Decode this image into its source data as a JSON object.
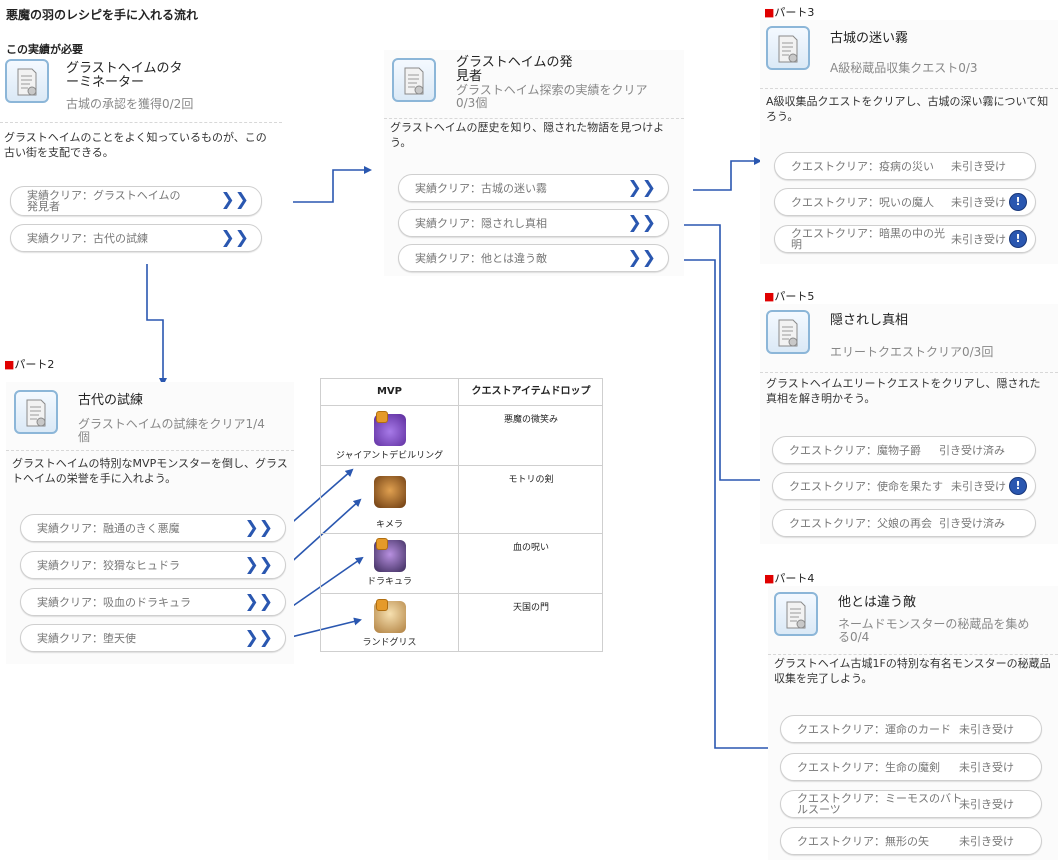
{
  "page_title": "悪魔の羽のレシピを手に入れる流れ",
  "requirement_label": "この実績が必要",
  "part_marker": "■",
  "colors": {
    "accent_blue": "#2a57b0",
    "marker_red": "#e00000",
    "border": "#cfcfcf",
    "muted_text": "#888888"
  },
  "main_card": {
    "title": "グラストヘイムのタ\nーミネーター",
    "subtitle": "古城の承認を獲得0/2回",
    "description": "グラストヘイムのことをよく知っているものが、この古い街を支配できる。",
    "items": [
      {
        "label": "実績クリア：グラストヘイムの\n発見者",
        "icon": "chevron-right-icon"
      },
      {
        "label": "実績クリア：古代の試練",
        "icon": "chevron-right-icon"
      }
    ]
  },
  "discoverer_card": {
    "title": "グラストヘイムの発\n見者",
    "subtitle": "グラストヘイム探索の実績をクリア\n0/3個",
    "description": "グラストヘイムの歴史を知り、隠された物語を見つけよう。",
    "items": [
      {
        "label": "実績クリア：古城の迷い霧",
        "icon": "chevron-right-icon"
      },
      {
        "label": "実績クリア：隠されし真相",
        "icon": "chevron-right-icon"
      },
      {
        "label": "実績クリア：他とは違う敵",
        "icon": "chevron-right-icon"
      }
    ]
  },
  "part2": {
    "label": "パート2",
    "title": "古代の試練",
    "subtitle": "グラストヘイムの試練をクリア1/4\n個",
    "description": "グラストヘイムの特別なMVPモンスターを倒し、グラストヘイムの栄誉を手に入れよう。",
    "items": [
      {
        "label": "実績クリア：融通のきく悪魔",
        "icon": "chevron-right-icon"
      },
      {
        "label": "実績クリア：狡猾なヒュドラ",
        "icon": "chevron-right-icon"
      },
      {
        "label": "実績クリア：吸血のドラキュラ",
        "icon": "chevron-right-icon"
      },
      {
        "label": "実績クリア：堕天使",
        "icon": "chevron-right-icon"
      }
    ]
  },
  "mvp_table": {
    "headers": [
      "MVP",
      "クエストアイテムドロップ"
    ],
    "rows": [
      {
        "mvp": "ジャイアントデビルリング",
        "drop": "悪魔の微笑み",
        "icon_color": "#8a4fd0"
      },
      {
        "mvp": "キメラ",
        "drop": "モトリの剣",
        "icon_color": "#a0642a"
      },
      {
        "mvp": "ドラキュラ",
        "drop": "血の呪い",
        "icon_color": "#7a5aa8"
      },
      {
        "mvp": "ランドグリス",
        "drop": "天国の門",
        "icon_color": "#d8b070"
      }
    ]
  },
  "part3": {
    "label": "パート3",
    "title": "古城の迷い霧",
    "subtitle": "A級秘蔵品収集クエスト0/3",
    "description": "A級収集品クエストをクリアし、古城の深い霧について知ろう。",
    "items": [
      {
        "label": "クエストクリア：疫病の災い",
        "status": "未引き受け",
        "info": false
      },
      {
        "label": "クエストクリア：呪いの魔人",
        "status": "未引き受け",
        "info": true
      },
      {
        "label": "クエストクリア：暗黒の中の光\n明",
        "status": "未引き受け",
        "info": true
      }
    ]
  },
  "part5": {
    "label": "パート5",
    "title": "隠されし真相",
    "subtitle": "エリートクエストクリア0/3回",
    "description": "グラストヘイムエリートクエストをクリアし、隠された真相を解き明かそう。",
    "items": [
      {
        "label": "クエストクリア：魔物子爵",
        "status": "引き受け済み",
        "info": false
      },
      {
        "label": "クエストクリア：使命を果たす",
        "status": "未引き受け",
        "info": true
      },
      {
        "label": "クエストクリア：父娘の再会",
        "status": "引き受け済み",
        "info": false
      }
    ]
  },
  "part4": {
    "label": "パート4",
    "title": "他とは違う敵",
    "subtitle": "ネームドモンスターの秘蔵品を集め\nる0/4",
    "description": "グラストヘイム古城1Fの特別な有名モンスターの秘蔵品収集を完了しよう。",
    "items": [
      {
        "label": "クエストクリア：運命のカード",
        "status": "未引き受け",
        "info": false
      },
      {
        "label": "クエストクリア：生命の魔剣",
        "status": "未引き受け",
        "info": false
      },
      {
        "label": "クエストクリア：ミーモスのバト\nルスーツ",
        "status": "未引き受け",
        "info": false
      },
      {
        "label": "クエストクリア：無形の矢",
        "status": "未引き受け",
        "info": false
      }
    ]
  }
}
